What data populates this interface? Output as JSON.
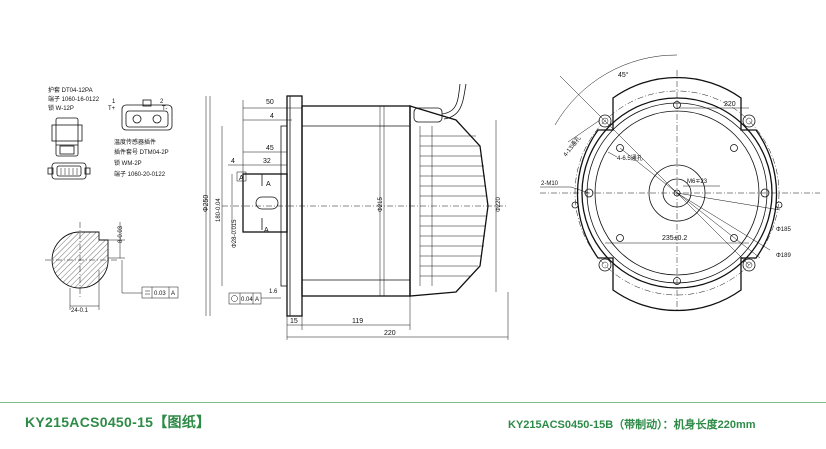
{
  "title_left": "KY215ACS0450-15【图纸】",
  "title_right": "KY215ACS0450-15B（带制动）：机身长度220mm",
  "connector": {
    "line1": "护套 DT04-12PA",
    "line2": "端子 1060-16-0122",
    "line3": "锁 W-12P",
    "pin1": "1",
    "pin2": "2",
    "t_plus": "T+",
    "t_minus": "T-",
    "line4": "温度传感器插件",
    "line5": "插件套号 DTM04-2P",
    "line6": "锁 WM-2P",
    "line7": "端子 1060-20-0122"
  },
  "shaft_section": {
    "dim_8": "8-0.03",
    "dim_24": "24-0.1",
    "tolerance": "0.03",
    "datum": "A"
  },
  "side_view": {
    "d50": "50",
    "d4a": "4",
    "d45": "45",
    "d4b": "4",
    "d32": "32",
    "dia250": "Φ250",
    "dia180": "180-0.04",
    "dia28": "Φ28-0.015",
    "dia215": "Φ215",
    "dia220": "Φ220",
    "section_a": "A",
    "section_a2": "A",
    "datum_a": "A",
    "d16": "1.6",
    "runout": "0.04",
    "runout_datum": "A",
    "d15": "15",
    "d119": "119",
    "d220": "220"
  },
  "front_view": {
    "angle45": "45°",
    "d220": "220",
    "holes4": "4-13通孔",
    "holes6": "4-6.5通孔",
    "m10": "2-M10",
    "m6": "M6∓23",
    "d235": "235±0.2",
    "dia185": "Φ185",
    "dia189": "Φ189"
  }
}
